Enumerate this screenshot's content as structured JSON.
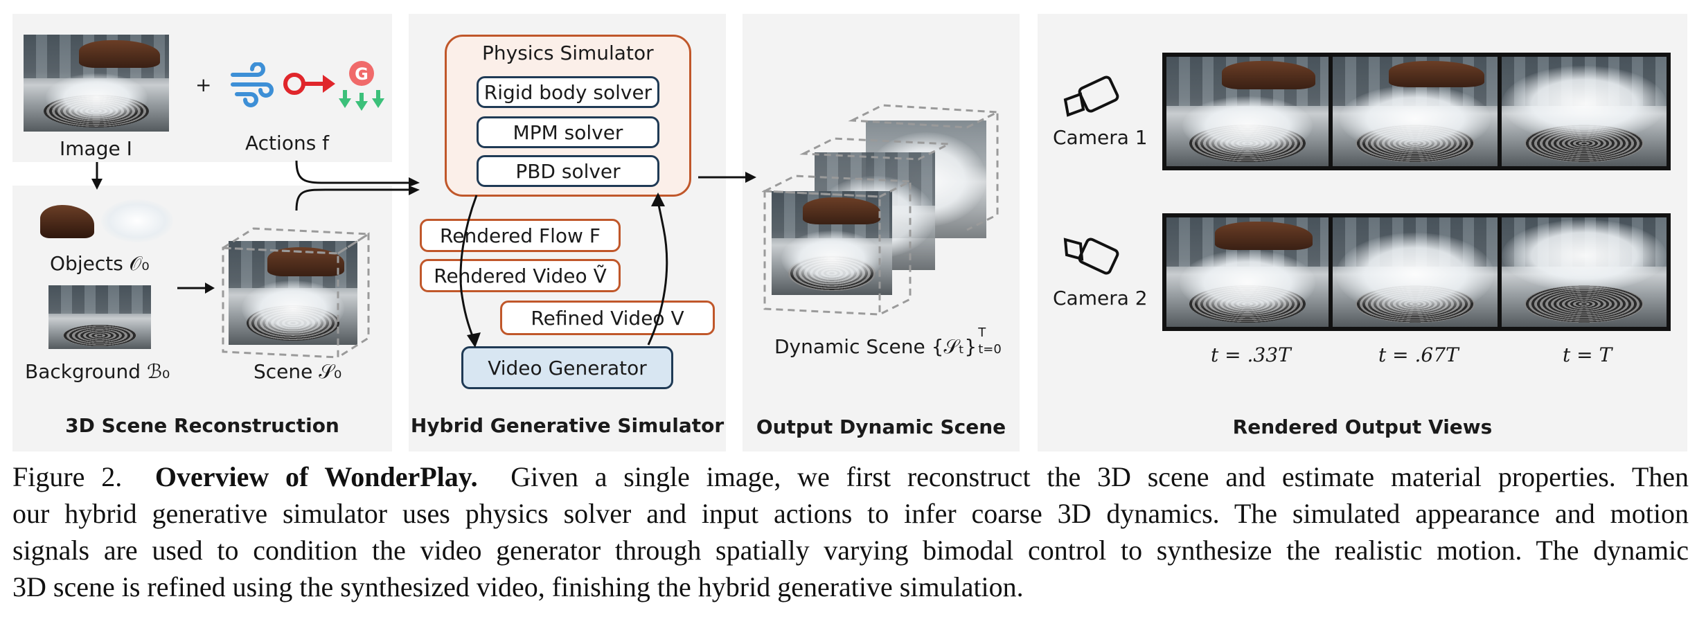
{
  "sections": {
    "reconstruction": "3D Scene Reconstruction",
    "hybrid": "Hybrid Generative Simulator",
    "output": "Output Dynamic Scene",
    "views": "Rendered Output Views"
  },
  "inputs": {
    "image_label": "Image I",
    "plus": "+",
    "actions_label": "Actions f",
    "objects_label": "Objects 𝒪₀",
    "background_label": "Background  ℬ₀",
    "scene_label": "Scene 𝒮₀"
  },
  "simulator": {
    "title": "Physics Simulator",
    "solvers": [
      "Rigid body solver",
      "MPM solver",
      "PBD solver"
    ],
    "rendered_flow": "Rendered Flow F",
    "rendered_video": "Rendered Video Ṽ",
    "refined_video": "Refined Video V",
    "video_generator": "Video Generator"
  },
  "output": {
    "dynamic_scene_label": "Dynamic Scene {𝒮ₜ}",
    "dynamic_scene_sup": "T",
    "dynamic_scene_sub": "t=0"
  },
  "views": {
    "camera1": "Camera 1",
    "camera2": "Camera 2",
    "times": [
      "t = .33T",
      "t = .67T",
      "t = T"
    ]
  },
  "caption": {
    "prefix": "Figure 2.",
    "bold": "Overview of WonderPlay.",
    "lines": [
      "Given a single image, we first reconstruct the 3D scene and estimate material properties.  Then",
      "our hybrid generative simulator uses physics solver and input actions to infer coarse 3D dynamics. The simulated appearance and motion",
      "signals are used to condition the video generator through spatially varying bimodal control to synthesize the realistic motion. The dynamic",
      "3D scene is refined using the synthesized video, finishing the hybrid generative simulation."
    ]
  },
  "colors": {
    "panel_bg": "#f3f3f3",
    "orange_border": "#c0572a",
    "navy_border": "#1f3a55",
    "generator_fill": "#d8e6f2",
    "wind_blue": "#3d8fd6",
    "action_red": "#e0262b",
    "arrow_green": "#3cc07a"
  }
}
